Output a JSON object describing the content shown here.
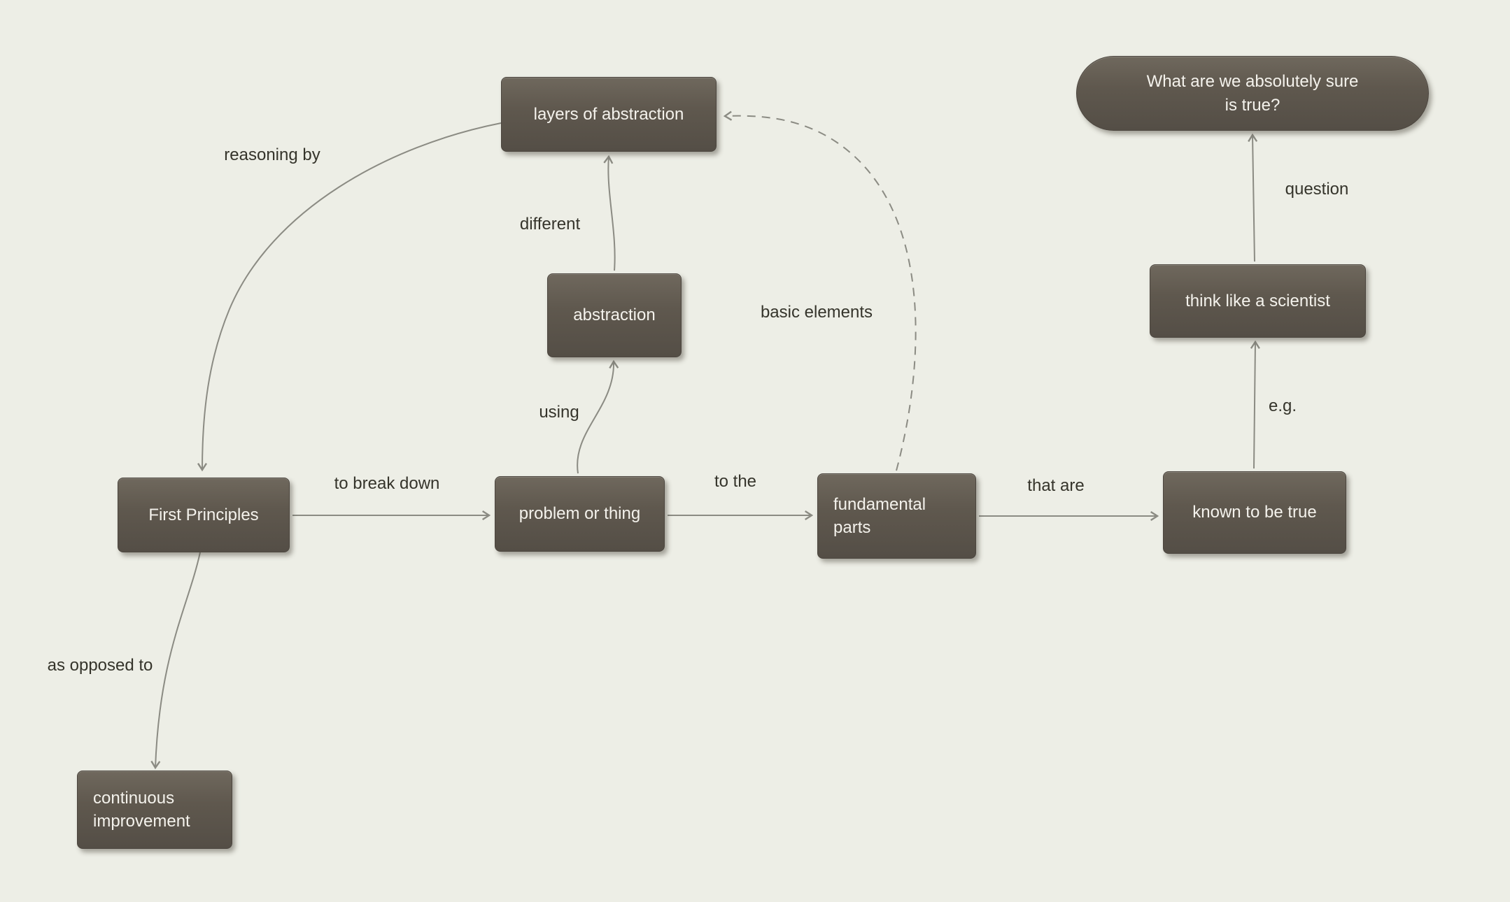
{
  "title": "First Principles concept map",
  "colors": {
    "background": "#edeee6",
    "node_fill": "#5f584e",
    "node_text": "#f4f2ec",
    "edge_color": "#8b8b83",
    "label_text": "#35342b"
  },
  "nodes": {
    "layers_of_abstraction": {
      "label": "layers of abstraction"
    },
    "central_question": {
      "lines": [
        "What are we absolutely sure",
        "is true?"
      ]
    },
    "abstraction": {
      "label": "abstraction"
    },
    "think_like_a_scientist": {
      "label": "think like a scientist"
    },
    "first_principles": {
      "label": "First Principles"
    },
    "problem_or_thing": {
      "label": "problem or thing"
    },
    "fundamental_parts": {
      "lines": [
        "fundamental",
        "parts"
      ]
    },
    "known_to_be_true": {
      "label": "known to be true"
    },
    "continuous_improvement": {
      "lines": [
        "continuous",
        "improvement"
      ]
    }
  },
  "edges": [
    {
      "from": "layers_of_abstraction",
      "to": "first_principles",
      "label": "reasoning by",
      "style": "solid"
    },
    {
      "from": "abstraction",
      "to": "layers_of_abstraction",
      "label": "different",
      "style": "solid"
    },
    {
      "from": "fundamental_parts",
      "to": "layers_of_abstraction",
      "label": "basic elements",
      "style": "dashed"
    },
    {
      "from": "problem_or_thing",
      "to": "abstraction",
      "label": "using",
      "style": "solid"
    },
    {
      "from": "first_principles",
      "to": "problem_or_thing",
      "label": "to break down",
      "style": "solid"
    },
    {
      "from": "problem_or_thing",
      "to": "fundamental_parts",
      "label": "to the",
      "style": "solid"
    },
    {
      "from": "fundamental_parts",
      "to": "known_to_be_true",
      "label": "that are",
      "style": "solid"
    },
    {
      "from": "known_to_be_true",
      "to": "think_like_a_scientist",
      "label": "e.g.",
      "style": "solid"
    },
    {
      "from": "think_like_a_scientist",
      "to": "central_question",
      "label": "question",
      "style": "solid"
    },
    {
      "from": "first_principles",
      "to": "continuous_improvement",
      "label": "as opposed to",
      "style": "solid"
    }
  ]
}
